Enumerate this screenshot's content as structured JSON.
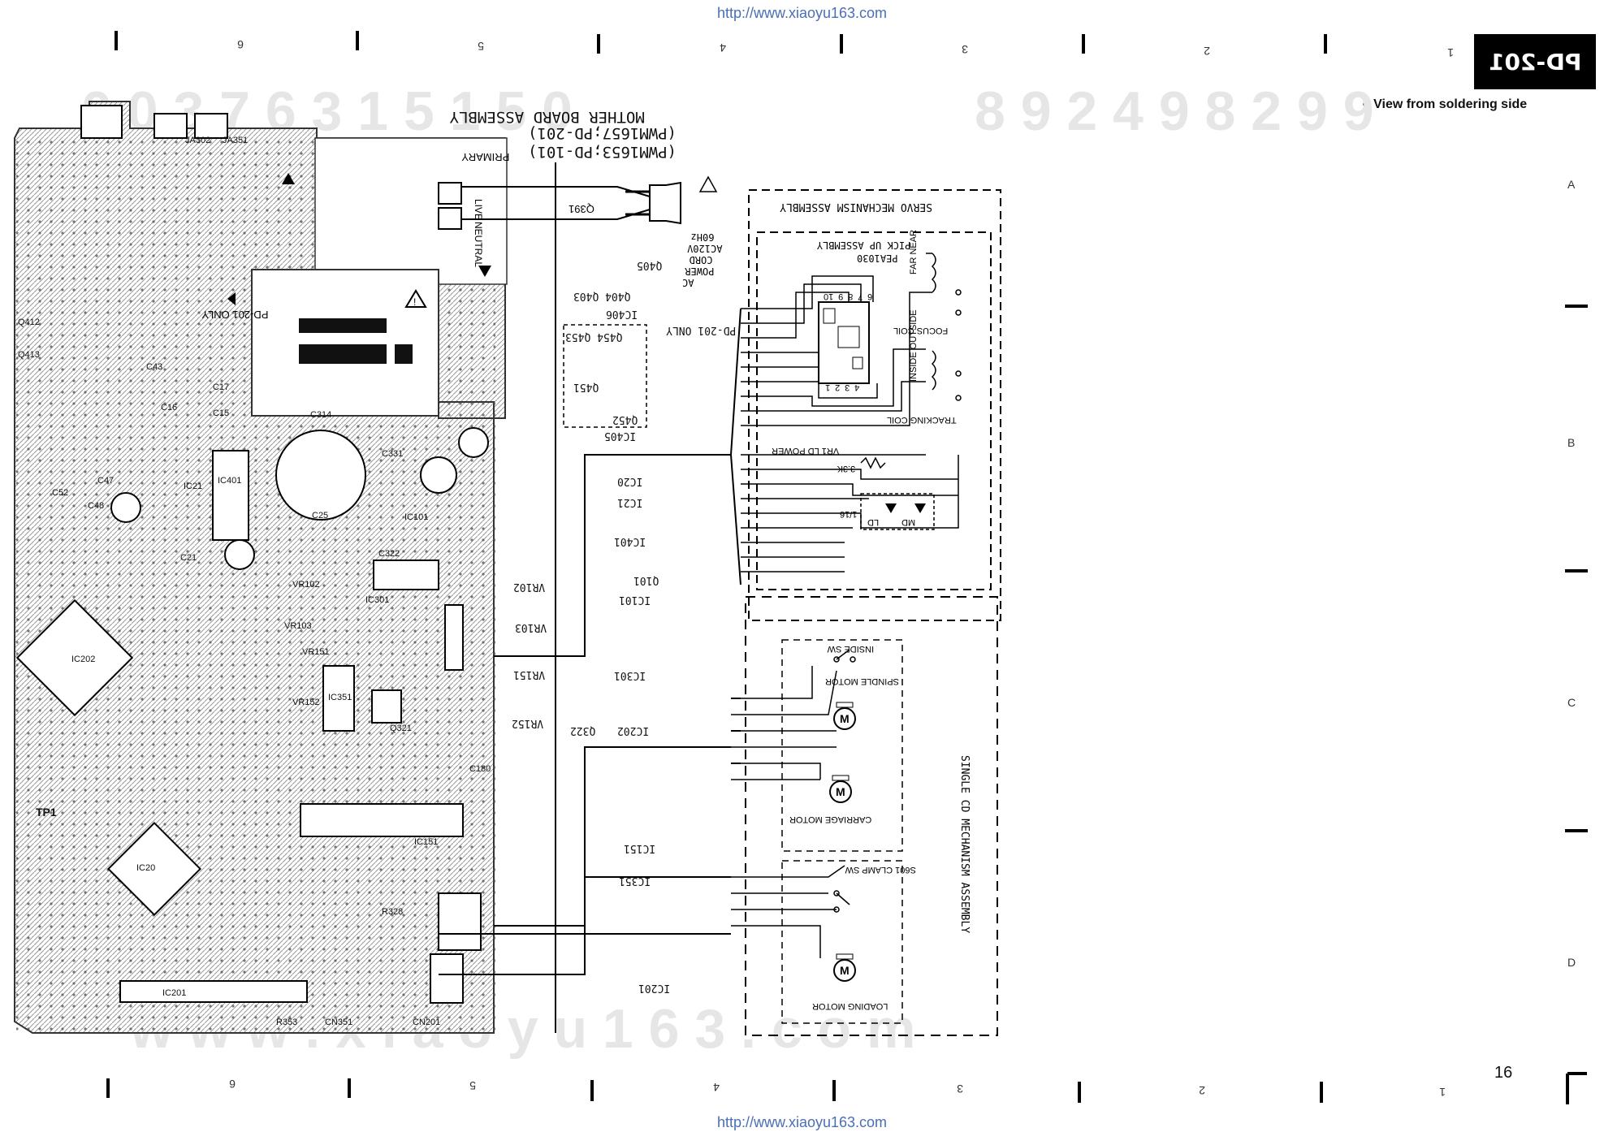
{
  "header": {
    "url": "http://www.xiaoyu163.com",
    "model": "PD-201",
    "note": "View from soldering side",
    "page_number": "16"
  },
  "grid": {
    "columns": [
      "6",
      "5",
      "4",
      "3",
      "2",
      "1"
    ],
    "rows": [
      "A",
      "B",
      "C",
      "D"
    ]
  },
  "mother_board": {
    "title_lines": [
      "MOTHER BOARD ASSEMBLY",
      "(PWM1657;PD-201)",
      "(PWM1653;PD-101)"
    ],
    "primary_label": "PRIMARY",
    "live_label": "LIVE",
    "neutral_label": "NEUTRAL",
    "pd201_only": "PD-201 ONLY"
  },
  "power": {
    "cord_lines": [
      "AC",
      "POWER",
      "CORD",
      "AC120V",
      "60Hz"
    ],
    "ref": "Q391"
  },
  "component_refs": {
    "power_group": [
      "Q405",
      "Q404 Q403",
      "IC406",
      "Q451",
      "Q452",
      "IC405"
    ],
    "pd201_box": [
      "Q454 Q453"
    ],
    "pd201_only_label": "PD-201 ONLY",
    "middle_column": [
      "IC20",
      "IC21",
      "IC401",
      "Q101",
      "IC101",
      "IC301",
      "IC202",
      "Q322",
      "IC151",
      "IC351",
      "IC201"
    ],
    "vr_column": [
      "VR102",
      "VR103",
      "VR151",
      "VR152"
    ]
  },
  "servo": {
    "title": "SERVO MECHANISM ASSEMBLY",
    "pickup_title": "PICK UP ASSEMBLY",
    "pickup_part": "PEA1030",
    "far_near": "FAR NEAR",
    "focus_coil": "FOCUS COIL",
    "inside_outside": "INSIDE OUTSIDE",
    "tracking_coil": "TRACKING COIL",
    "ld_power": "VR1 LD POWER",
    "resistor": "3.3K",
    "ld": "LD",
    "md": "MD",
    "ratio": "1/16",
    "inside_sw": "INSIDE SW",
    "spindle_motor": "SPINDLE MOTOR",
    "carriage_motor": "CARRIAGE MOTOR",
    "clamp_sw": "S601 CLAMP SW",
    "loading_motor": "LOADING MOTOR",
    "single_cd": "SINGLE CD MECHANISM ASSEMBLY",
    "motor_symbol": "M",
    "pin_numbers_top": [
      "4",
      "3",
      "2",
      "1"
    ],
    "pin_numbers_bottom": [
      "6",
      "7",
      "8",
      "9",
      "10"
    ]
  },
  "board_labels": [
    "IC401",
    "IC301",
    "IC101",
    "IC202",
    "IC351",
    "IC151",
    "IC20",
    "IC21",
    "IC201",
    "VR102",
    "VR103",
    "VR151",
    "VR152",
    "JA302",
    "JA351",
    "C331",
    "C314",
    "C322",
    "C25",
    "C21",
    "C17",
    "C15",
    "C16",
    "C43",
    "C47",
    "C48",
    "C52",
    "Q412",
    "Q413",
    "Q321",
    "R328",
    "TP1",
    "CN201",
    "CN351",
    "R353",
    "C180"
  ],
  "watermark": [
    "0 0 3 7 6 3 1 5 1 5 0",
    "8 9 2 4 9 8 2 9 9"
  ],
  "watermark_bottom": "w w w . x i a o y u 1 6 3 . c o m"
}
